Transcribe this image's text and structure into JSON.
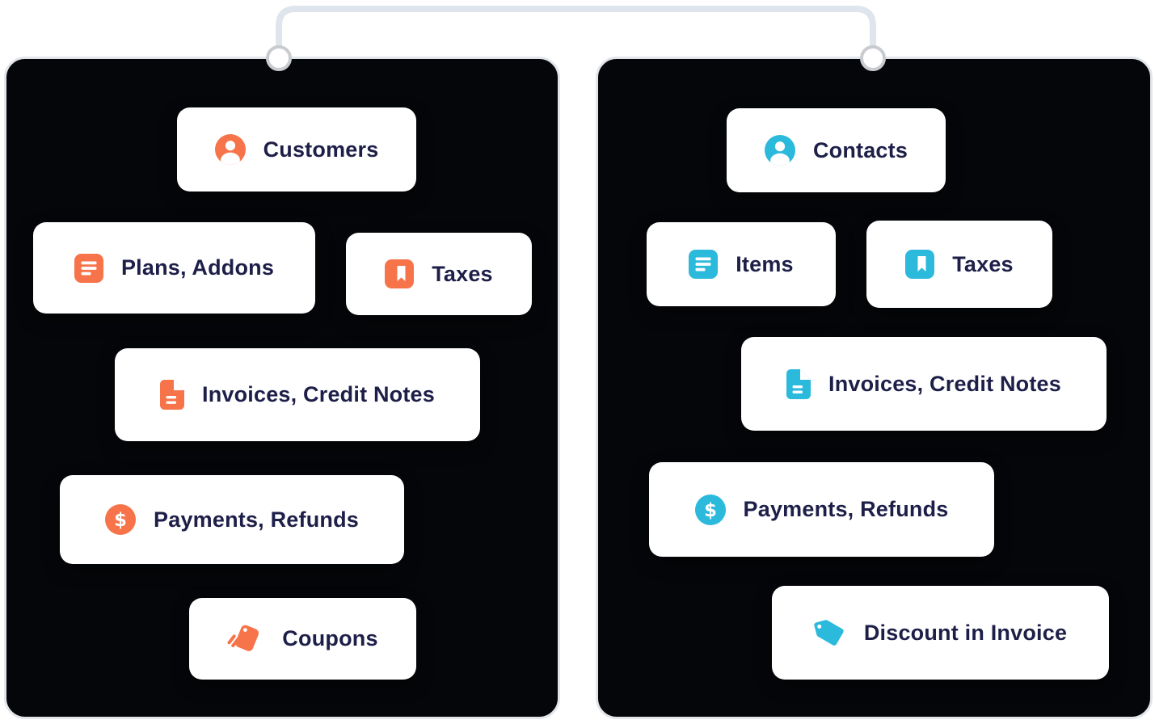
{
  "colors": {
    "left_accent": "#F7744A",
    "right_accent": "#2BB9DC",
    "panel_background": "#050609",
    "panel_border": "#E2E6EB",
    "card_background": "#FFFFFF",
    "label_text": "#1E1F49",
    "connector_line": "#DFE5EC",
    "connector_node_fill": "#FFFFFF",
    "connector_node_ring": "#C9CCCF",
    "page_background": "#FFFFFF"
  },
  "diagram": {
    "panels": [
      {
        "id": "left",
        "cards": [
          {
            "label": "Customers",
            "icon": "user-circle-icon"
          },
          {
            "label": "Plans, Addons",
            "icon": "list-square-icon"
          },
          {
            "label": "Taxes",
            "icon": "bookmark-square-icon"
          },
          {
            "label": "Invoices, Credit Notes",
            "icon": "document-icon"
          },
          {
            "label": "Payments, Refunds",
            "icon": "dollar-circle-icon"
          },
          {
            "label": "Coupons",
            "icon": "coupons-icon"
          }
        ]
      },
      {
        "id": "right",
        "cards": [
          {
            "label": "Contacts",
            "icon": "user-circle-icon"
          },
          {
            "label": "Items",
            "icon": "list-square-icon"
          },
          {
            "label": "Taxes",
            "icon": "bookmark-square-icon"
          },
          {
            "label": "Invoices, Credit Notes",
            "icon": "document-icon"
          },
          {
            "label": "Payments, Refunds",
            "icon": "dollar-circle-icon"
          },
          {
            "label": "Discount in Invoice",
            "icon": "tag-icon"
          }
        ]
      }
    ]
  }
}
